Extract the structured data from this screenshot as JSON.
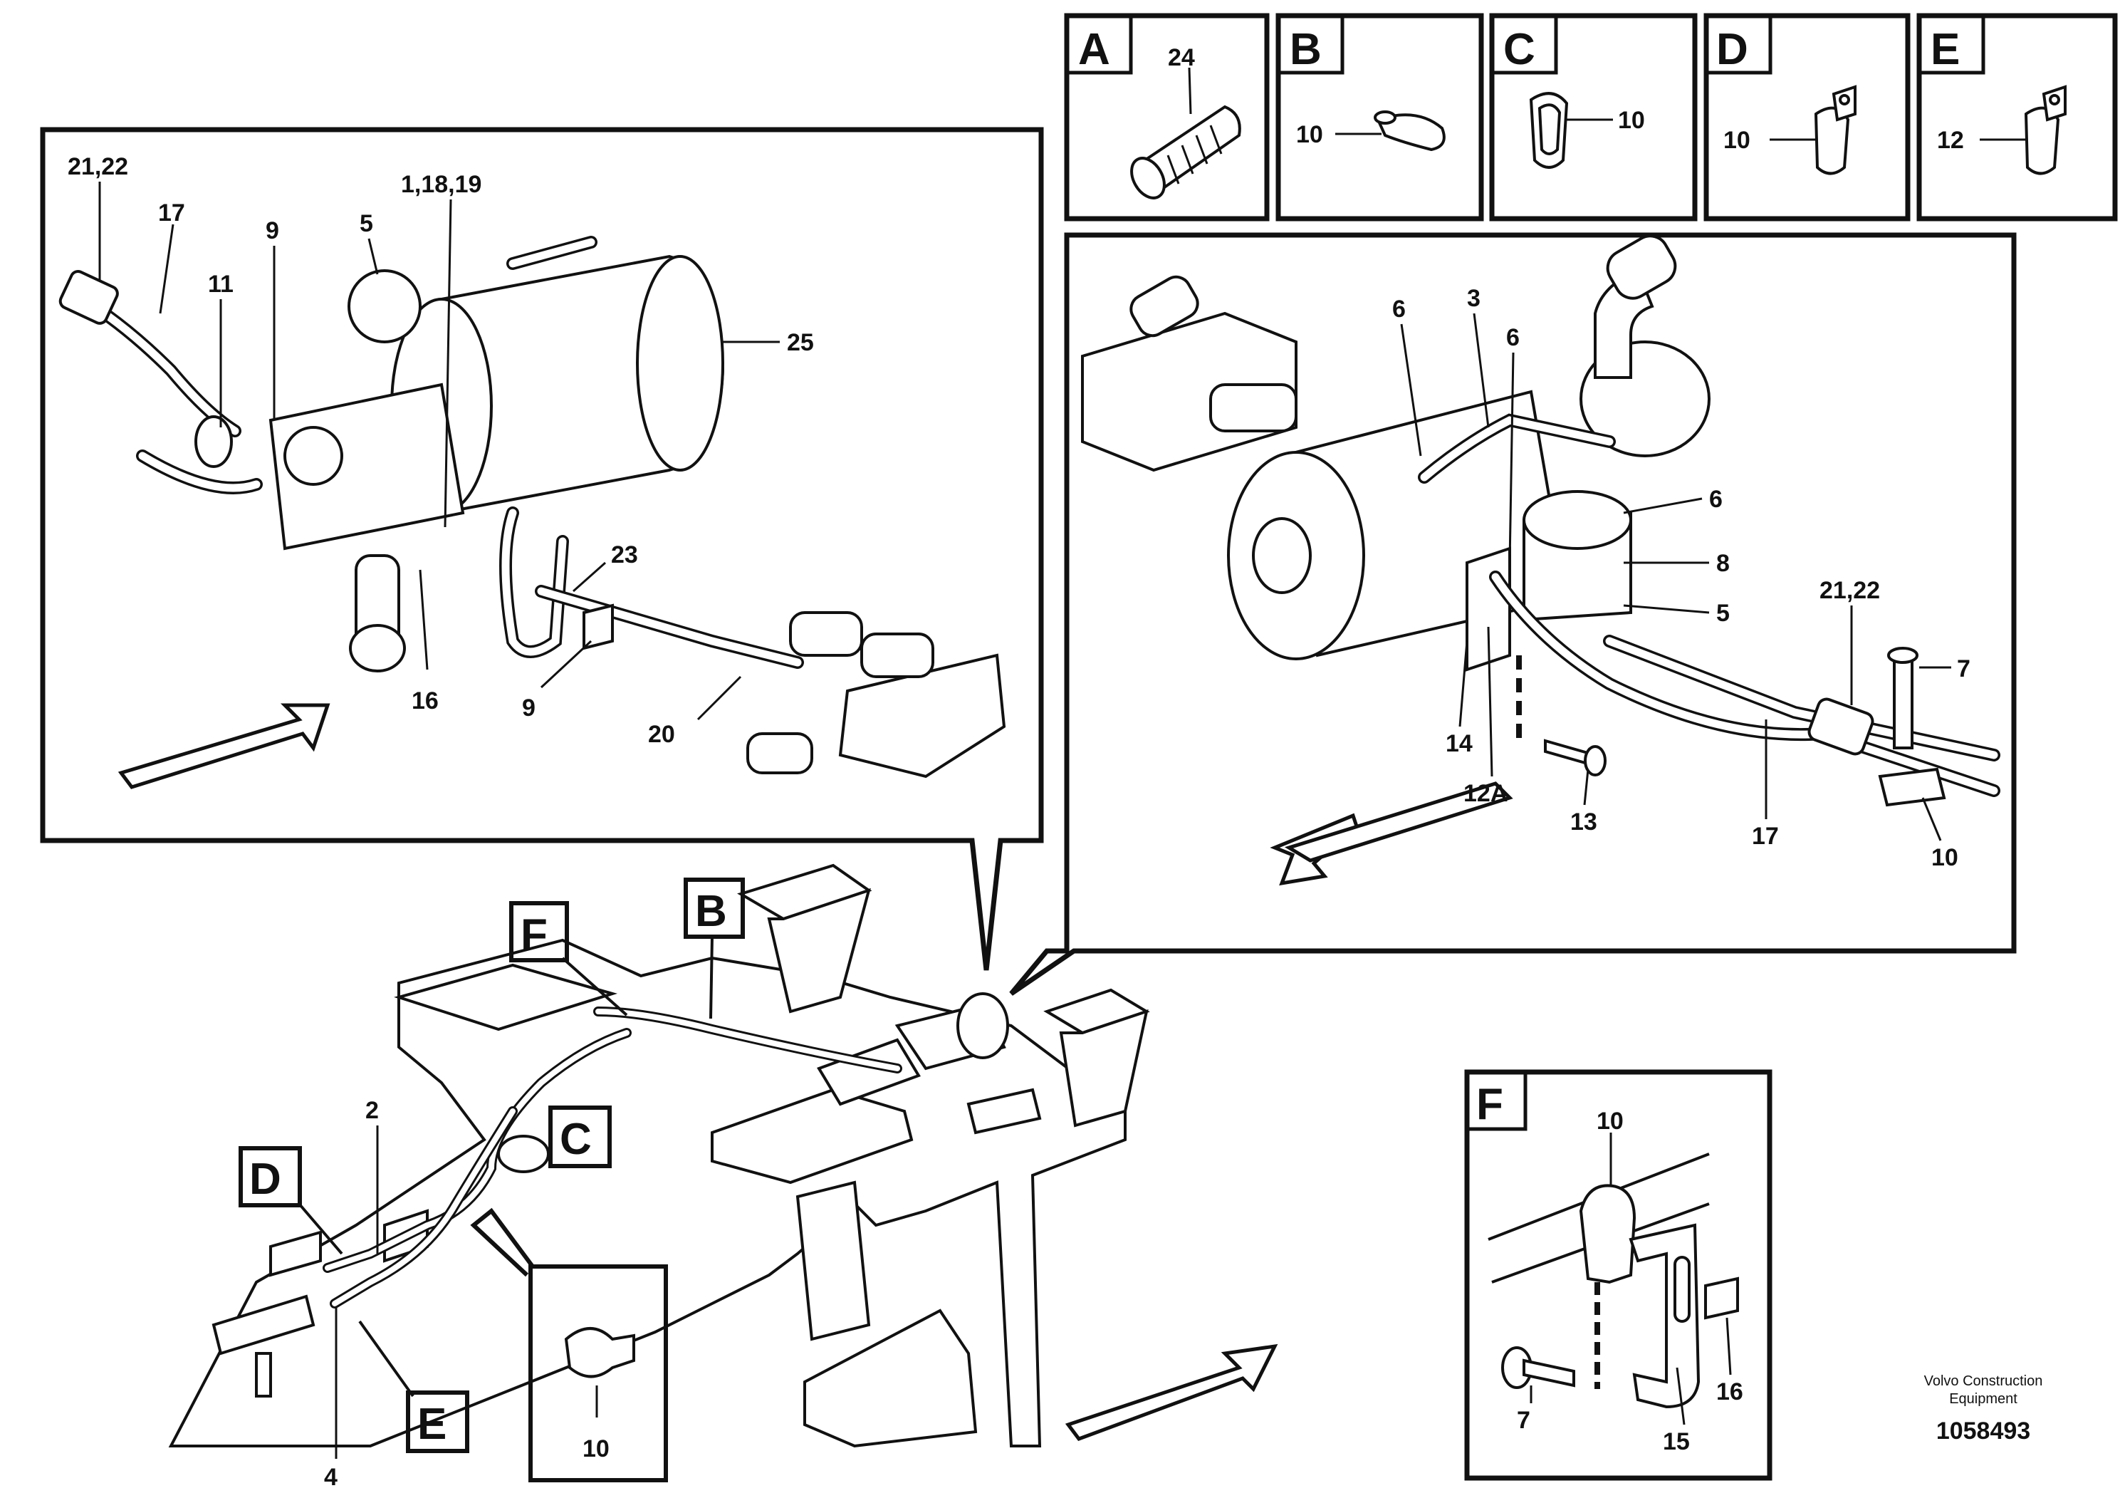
{
  "detail_boxes": [
    {
      "letter": "A",
      "part": "24"
    },
    {
      "letter": "B",
      "part": "10"
    },
    {
      "letter": "C",
      "part": "10"
    },
    {
      "letter": "D",
      "part": "10"
    },
    {
      "letter": "E",
      "part": "12"
    }
  ],
  "left_view": {
    "labels": [
      "21,22",
      "17",
      "11",
      "9",
      "5",
      "1,18,19",
      "25",
      "23",
      "16",
      "9",
      "20"
    ]
  },
  "right_view": {
    "labels": [
      "6",
      "3",
      "6",
      "6",
      "8",
      "5",
      "21,22",
      "7",
      "14",
      "12A",
      "13",
      "17",
      "10"
    ]
  },
  "main_view": {
    "callouts": [
      "F",
      "B",
      "C",
      "D",
      "E"
    ],
    "labels": [
      "2",
      "4"
    ],
    "inset_label": "10"
  },
  "detail_f": {
    "letter": "F",
    "labels": [
      "10",
      "7",
      "15",
      "16"
    ]
  },
  "footer": {
    "brand_line1": "Volvo Construction",
    "brand_line2": "Equipment",
    "drawing_number": "1058493"
  }
}
